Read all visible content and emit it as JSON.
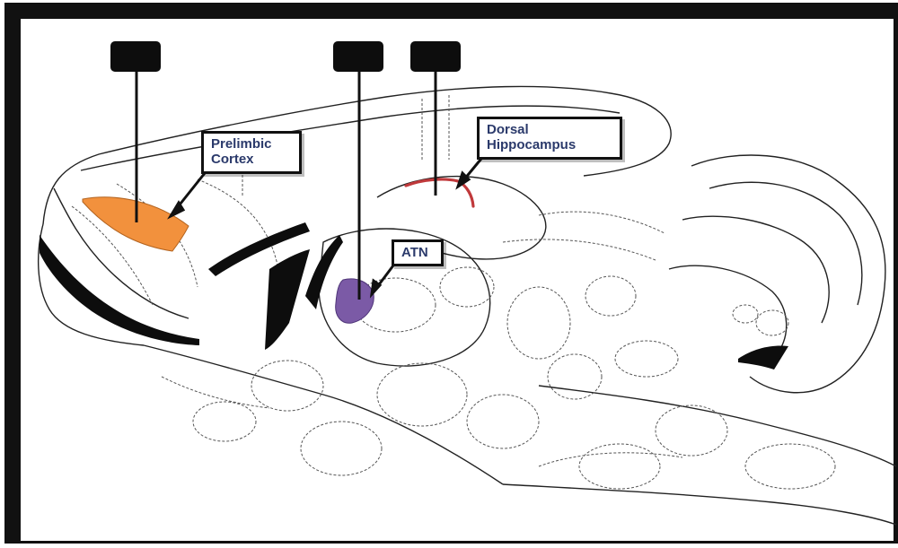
{
  "labels": {
    "prelimbic": {
      "line1": "Prelimbic",
      "line2": "Cortex"
    },
    "hippocampus": {
      "line1": "Dorsal",
      "line2": "Hippocampus"
    },
    "atn": {
      "line1": "ATN"
    }
  },
  "colors": {
    "prelimbic_fill": "#f2913d",
    "atn_fill": "#7b5aa6",
    "hippocampus_arc": "#c0393b",
    "label_text": "#2b3a6b",
    "outline": "#111111",
    "detail_line": "#555555"
  },
  "legend_tags": [
    {
      "name": "tag-box-prelimbic"
    },
    {
      "name": "tag-box-atn"
    },
    {
      "name": "tag-box-hippocampus"
    }
  ]
}
